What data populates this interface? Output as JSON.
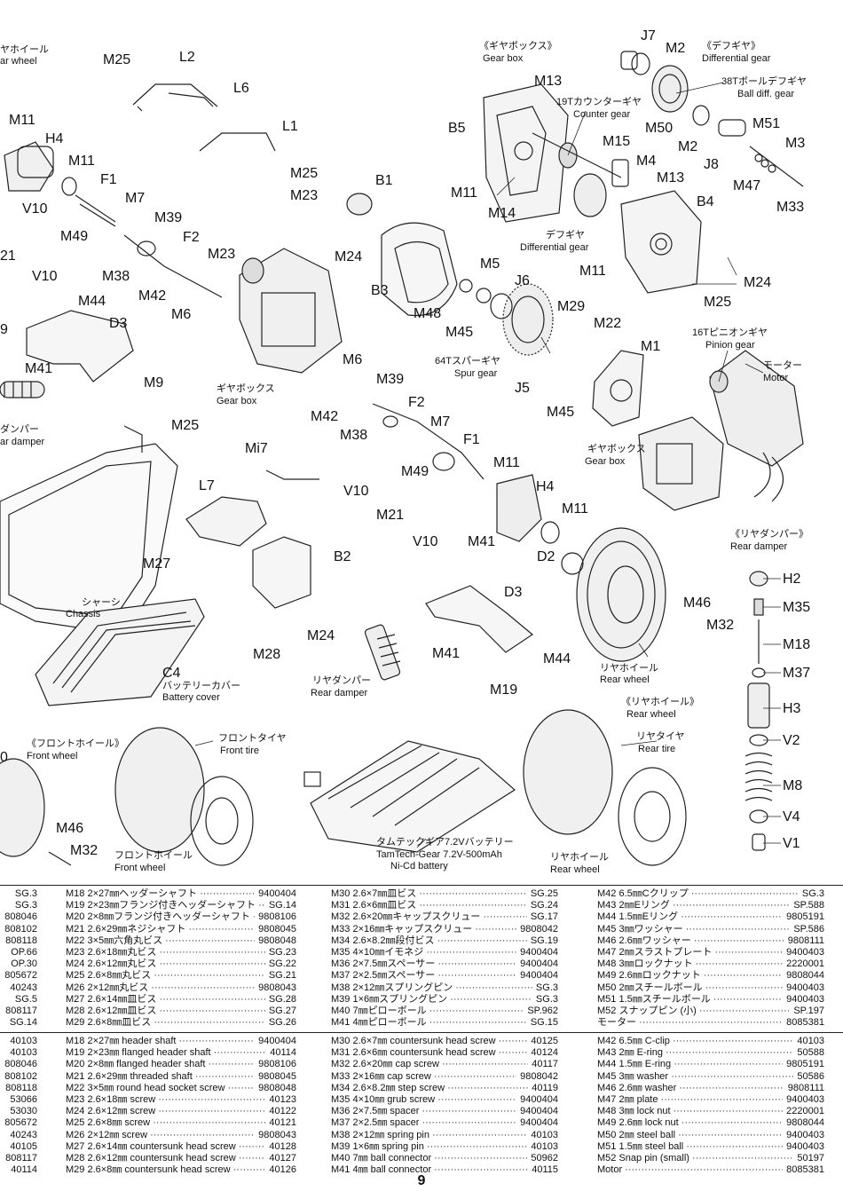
{
  "diagram": {
    "labels": {
      "front_wheel_jp": "ヤホイール",
      "front_wheel_en_top": "ar wheel",
      "m25_a": "M25",
      "l2": "L2",
      "l6": "L6",
      "m11_a": "M11",
      "h4_a": "H4",
      "l1": "L1",
      "m11_b": "M11",
      "f1_a": "F1",
      "m25_b": "M25",
      "m7_a": "M7",
      "m23_a": "M23",
      "v10_a": "V10",
      "m39_a": "M39",
      "f2_a": "F2",
      "m49_a": "M49",
      "m21_a": "21",
      "v10_b": "V10",
      "m38_a": "M38",
      "m42_a": "M42",
      "m6_a": "M6",
      "m23_b": "M23",
      "m44_a": "M44",
      "d3_a": "D3",
      "nine": "9",
      "m41_a": "M41",
      "m9": "M9",
      "damper_jp_left": "ダンパー",
      "damper_en_left": "ar damper",
      "m25_c": "M25",
      "gearbox_jp_a": "ギヤボックス",
      "gearbox_en_a": "Gear box",
      "m6_b": "M6",
      "m39_b": "M39",
      "m42_b": "M42",
      "f2_b": "F2",
      "m38_b": "M38",
      "m7_b": "M7",
      "f1_b": "F1",
      "m49_b": "M49",
      "m11_c": "M11",
      "h4_b": "H4",
      "v10_c": "V10",
      "m11_d": "M11",
      "m21_b": "M21",
      "v10_d": "V10",
      "m41_b": "M41",
      "mi7": "Mi7",
      "l7": "L7",
      "b2": "B2",
      "m27": "M27",
      "m28": "M28",
      "m24_a": "M24",
      "chassis_jp": "シャーシ",
      "chassis_en": "Chassis",
      "c4": "C4",
      "battery_cover_jp": "バッテリーカバー",
      "battery_cover_en": "Battery cover",
      "rear_damper_jp_mid": "リヤダンパー",
      "rear_damper_en_mid": "Rear damper",
      "d3_b": "D3",
      "m44_b": "M44",
      "m41_c": "M41",
      "m19": "M19",
      "d2": "D2",
      "m46_a": "M46",
      "m32_a": "M32",
      "rear_wheel_jp_mid": "リヤホイール",
      "rear_wheel_en_mid": "Rear wheel",
      "gearbox_title_jp": "《ギヤボックス》",
      "gearbox_title_en": "Gear box",
      "j7": "J7",
      "m2_a": "M2",
      "diff_title_jp": "《デフギヤ》",
      "diff_title_en": "Differential gear",
      "ball_diff_jp": "38Tボールデフギヤ",
      "ball_diff_en": "Ball diff. gear",
      "m13_a": "M13",
      "counter_gear_jp": "19Tカウンターギヤ",
      "counter_gear_en": "Counter gear",
      "b5": "B5",
      "m15": "M15",
      "m50": "M50",
      "m51": "M51",
      "m2_b": "M2",
      "m3": "M3",
      "m4": "M4",
      "j8": "J8",
      "m13_b": "M13",
      "m47_a": "M47",
      "m11_e": "M11",
      "m33": "M33",
      "b1": "B1",
      "m14": "M14",
      "b4": "B4",
      "diff_gear_jp": "デフギヤ",
      "diff_gear_en": "Differential gear",
      "m24_b": "M24",
      "m11_f": "M11",
      "m24_c": "M24",
      "m5": "M5",
      "m25_d": "M25",
      "j6": "J6",
      "b3": "B3",
      "m48": "M48",
      "m29": "M29",
      "m45_a": "M45",
      "m22": "M22",
      "pinion_jp": "16Tピニオンギヤ",
      "pinion_en": "Pinion gear",
      "m1": "M1",
      "spur_jp": "64Tスパーギヤ",
      "spur_en": "Spur gear",
      "motor_jp": "モーター",
      "motor_en": "Motor",
      "j5": "J5",
      "m45_b": "M45",
      "gearbox_jp_b": "ギヤボックス",
      "gearbox_en_b": "Gear box",
      "rear_damper_title_jp": "《リヤダンパー》",
      "rear_damper_title_en": "Rear damper",
      "h2": "H2",
      "m35": "M35",
      "m18": "M18",
      "m37": "M37",
      "h3": "H3",
      "v2": "V2",
      "m8": "M8",
      "v4": "V4",
      "v1": "V1",
      "rear_wheel_title_jp": "《リヤホイール》",
      "rear_wheel_title_en": "Rear wheel",
      "rear_tire_jp": "リヤタイヤ",
      "rear_tire_en": "Rear tire",
      "rear_wheel_jp_b": "リヤホイール",
      "rear_wheel_en_b": "Rear wheel",
      "front_wheel_title_jp": "《フロントホイール》",
      "front_wheel_title_en": "Front wheel",
      "front_tire_jp": "フロントタイヤ",
      "front_tire_en": "Front tire",
      "front_wheel_jp_b": "フロントホイール",
      "front_wheel_en_b": "Front wheel",
      "zero": "0",
      "m46_b": "M46",
      "m32_b": "M32",
      "battery_jp": "タムテックギア7.2Vバッテリー",
      "battery_en": "TamTech-Gear 7.2V-500mAh",
      "battery_en2": "Ni-Cd battery"
    }
  },
  "parts_jp": {
    "col0": [
      {
        "desc": "",
        "code": "SG.3"
      },
      {
        "desc": "",
        "code": "SG.3"
      },
      {
        "desc": "",
        "code": "808046"
      },
      {
        "desc": "",
        "code": "808102"
      },
      {
        "desc": "",
        "code": "808118"
      },
      {
        "desc": "",
        "code": "OP.66"
      },
      {
        "desc": "",
        "code": "OP.30"
      },
      {
        "desc": "",
        "code": "805672"
      },
      {
        "desc": "",
        "code": "40243"
      },
      {
        "desc": "",
        "code": "SG.5"
      },
      {
        "desc": "",
        "code": "808117"
      },
      {
        "desc": "",
        "code": "SG.14"
      }
    ],
    "col1": [
      {
        "desc": "M18 2×27㎜ヘッダーシャフト",
        "code": "9400404"
      },
      {
        "desc": "M19 2×23㎜フランジ付きヘッダーシャフト",
        "code": "SG.14"
      },
      {
        "desc": "M20 2×8㎜フランジ付きヘッダーシャフト",
        "code": "9808106"
      },
      {
        "desc": "M21 2.6×29㎜ネジシャフト",
        "code": "9808045"
      },
      {
        "desc": "M22 3×5㎜六角丸ビス",
        "code": "9808048"
      },
      {
        "desc": "M23 2.6×18㎜丸ビス",
        "code": "SG.23"
      },
      {
        "desc": "M24 2.6×12㎜丸ビス",
        "code": "SG.22"
      },
      {
        "desc": "M25 2.6×8㎜丸ビス",
        "code": "SG.21"
      },
      {
        "desc": "M26 2×12㎜丸ビス",
        "code": "9808043"
      },
      {
        "desc": "M27 2.6×14㎜皿ビス",
        "code": "SG.28"
      },
      {
        "desc": "M28 2.6×12㎜皿ビス",
        "code": "SG.27"
      },
      {
        "desc": "M29 2.6×8㎜皿ビス",
        "code": "SG.26"
      }
    ],
    "col2": [
      {
        "desc": "M30 2.6×7㎜皿ビス",
        "code": "SG.25"
      },
      {
        "desc": "M31 2.6×6㎜皿ビス",
        "code": "SG.24"
      },
      {
        "desc": "M32 2.6×20㎜キャップスクリュー",
        "code": "SG.17"
      },
      {
        "desc": "M33 2×16㎜キャップスクリュー",
        "code": "9808042"
      },
      {
        "desc": "M34 2.6×8.2㎜段付ビス",
        "code": "SG.19"
      },
      {
        "desc": "M35 4×10㎜イモネジ",
        "code": "9400404"
      },
      {
        "desc": "M36 2×7.5㎜スペーサー",
        "code": "9400404"
      },
      {
        "desc": "M37 2×2.5㎜スペーサー",
        "code": "9400404"
      },
      {
        "desc": "M38 2×12㎜スプリングピン",
        "code": "SG.3"
      },
      {
        "desc": "M39 1×6㎜スプリングピン",
        "code": "SG.3"
      },
      {
        "desc": "M40 7㎜ピローボール",
        "code": "SP.962"
      },
      {
        "desc": "M41 4㎜ピローボール",
        "code": "SG.15"
      }
    ],
    "col3": [
      {
        "desc": "M42 6.5㎜Cクリップ",
        "code": "SG.3"
      },
      {
        "desc": "M43 2㎜Eリング",
        "code": "SP.588"
      },
      {
        "desc": "M44 1.5㎜Eリング",
        "code": "9805191"
      },
      {
        "desc": "M45 3㎜ワッシャー",
        "code": "SP.586"
      },
      {
        "desc": "M46 2.6㎜ワッシャー",
        "code": "9808111"
      },
      {
        "desc": "M47 2㎜スラストプレート",
        "code": "9400403"
      },
      {
        "desc": "M48 3㎜ロックナット",
        "code": "2220001"
      },
      {
        "desc": "M49 2.6㎜ロックナット",
        "code": "9808044"
      },
      {
        "desc": "M50 2㎜スチールボール",
        "code": "9400403"
      },
      {
        "desc": "M51 1.5㎜スチールボール",
        "code": "9400403"
      },
      {
        "desc": "M52 スナップピン (小)",
        "code": "SP.197"
      },
      {
        "desc": "モーター",
        "code": "8085381"
      }
    ]
  },
  "parts_en": {
    "col0": [
      {
        "desc": "",
        "code": "40103"
      },
      {
        "desc": "",
        "code": "40103"
      },
      {
        "desc": "",
        "code": "808046"
      },
      {
        "desc": "",
        "code": "808102"
      },
      {
        "desc": "",
        "code": "808118"
      },
      {
        "desc": "",
        "code": "53066"
      },
      {
        "desc": "",
        "code": "53030"
      },
      {
        "desc": "",
        "code": "805672"
      },
      {
        "desc": "",
        "code": "40243"
      },
      {
        "desc": "",
        "code": "40105"
      },
      {
        "desc": "",
        "code": "808117"
      },
      {
        "desc": "",
        "code": "40114"
      }
    ],
    "col1": [
      {
        "desc": "M18 2×27㎜ header shaft",
        "code": "9400404"
      },
      {
        "desc": "M19 2×23㎜ flanged header shaft",
        "code": "40114"
      },
      {
        "desc": "M20 2×8㎜ flanged header shaft",
        "code": "9808106"
      },
      {
        "desc": "M21 2.6×29㎜ threaded shaft",
        "code": "9808045"
      },
      {
        "desc": "M22 3×5㎜ round head socket screw",
        "code": "9808048"
      },
      {
        "desc": "M23 2.6×18㎜ screw",
        "code": "40123"
      },
      {
        "desc": "M24 2.6×12㎜ screw",
        "code": "40122"
      },
      {
        "desc": "M25 2.6×8㎜ screw",
        "code": "40121"
      },
      {
        "desc": "M26 2×12㎜ screw",
        "code": "9808043"
      },
      {
        "desc": "M27 2.6×14㎜ countersunk head screw",
        "code": "40128"
      },
      {
        "desc": "M28 2.6×12㎜ countersunk head screw",
        "code": "40127"
      },
      {
        "desc": "M29 2.6×8㎜ countersunk head screw",
        "code": "40126"
      }
    ],
    "col2": [
      {
        "desc": "M30 2.6×7㎜ countersunk head screw",
        "code": "40125"
      },
      {
        "desc": "M31 2.6×6㎜ countersunk head screw",
        "code": "40124"
      },
      {
        "desc": "M32 2.6×20㎜ cap screw",
        "code": "40117"
      },
      {
        "desc": "M33 2×16㎜ cap screw",
        "code": "9808042"
      },
      {
        "desc": "M34 2.6×8.2㎜ step screw",
        "code": "40119"
      },
      {
        "desc": "M35 4×10㎜ grub screw",
        "code": "9400404"
      },
      {
        "desc": "M36 2×7.5㎜ spacer",
        "code": "9400404"
      },
      {
        "desc": "M37 2×2.5㎜ spacer",
        "code": "9400404"
      },
      {
        "desc": "M38 2×12㎜ spring pin",
        "code": "40103"
      },
      {
        "desc": "M39 1×6㎜ spring pin",
        "code": "40103"
      },
      {
        "desc": "M40 7㎜ ball connector",
        "code": "50962"
      },
      {
        "desc": "M41 4㎜ ball connector",
        "code": "40115"
      }
    ],
    "col3": [
      {
        "desc": "M42 6.5㎜ C-clip",
        "code": "40103"
      },
      {
        "desc": "M43 2㎜ E-ring",
        "code": "50588"
      },
      {
        "desc": "M44 1.5㎜ E-ring",
        "code": "9805191"
      },
      {
        "desc": "M45 3㎜ washer",
        "code": "50586"
      },
      {
        "desc": "M46 2.6㎜ washer",
        "code": "9808111"
      },
      {
        "desc": "M47 2㎜ plate",
        "code": "9400403"
      },
      {
        "desc": "M48 3㎜ lock nut",
        "code": "2220001"
      },
      {
        "desc": "M49 2.6㎜ lock nut",
        "code": "9808044"
      },
      {
        "desc": "M50 2㎜ steel ball",
        "code": "9400403"
      },
      {
        "desc": "M51 1.5㎜ steel ball",
        "code": "9400403"
      },
      {
        "desc": "M52 Snap pin (small)",
        "code": "50197"
      },
      {
        "desc": "Motor",
        "code": "8085381"
      }
    ]
  },
  "page_number": "9"
}
